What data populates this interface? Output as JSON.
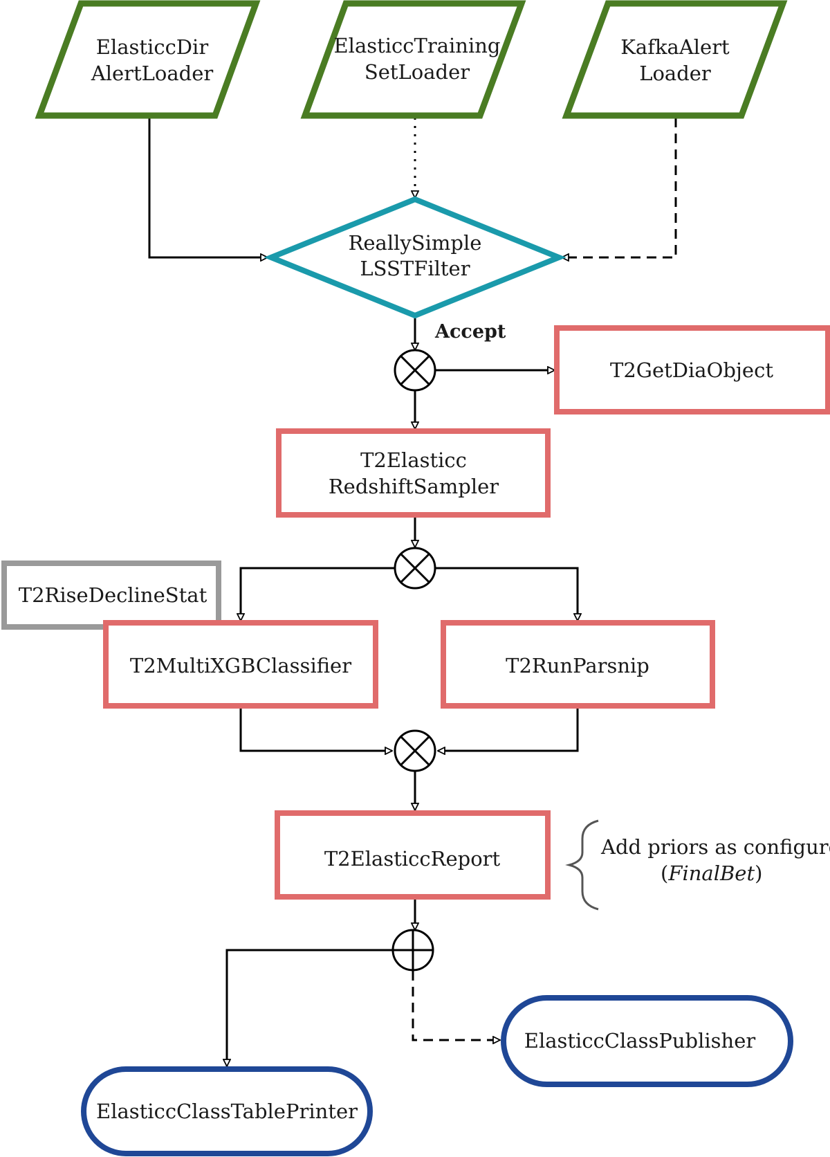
{
  "colors": {
    "input": "#4a7c23",
    "filter": "#1a9aab",
    "t2": "#e06b6b",
    "dependency": "#9a9a9a",
    "output": "#1f4796",
    "edge": "#000000",
    "brace": "#555555"
  },
  "nodes": {
    "elasticc_dir_alert_loader": {
      "line1": "ElasticcDir",
      "line2": "AlertLoader"
    },
    "elasticc_training_set_loader": {
      "line1": "ElasticcTraining",
      "line2": "SetLoader"
    },
    "kafka_alert_loader": {
      "line1": "KafkaAlert",
      "line2": "Loader"
    },
    "really_simple_lsst_filter": {
      "line1": "ReallySimple",
      "line2": "LSSTFilter"
    },
    "t2_get_dia_object": {
      "label": "T2GetDiaObject"
    },
    "t2_elasticc_redshift_sampler": {
      "line1": "T2Elasticc",
      "line2": "RedshiftSampler"
    },
    "t2_rise_decline_stat": {
      "label": "T2RiseDeclineStat"
    },
    "t2_multi_xgb_classifier": {
      "label": "T2MultiXGBClassifier"
    },
    "t2_run_parsnip": {
      "label": "T2RunParsnip"
    },
    "t2_elasticc_report": {
      "label": "T2ElasticcReport"
    },
    "elasticc_class_publisher": {
      "label": "ElasticcClassPublisher"
    },
    "elasticc_class_table_printer": {
      "label": "ElasticcClassTablePrinter"
    }
  },
  "edge_labels": {
    "accept": "Accept"
  },
  "annotation": {
    "line1": "Add priors as configured",
    "line2_open": "(",
    "line2_italic": "FinalBet",
    "line2_close": ")"
  },
  "junctions": [
    {
      "name": "after-filter",
      "symbol": "otimes"
    },
    {
      "name": "after-sampler",
      "symbol": "otimes"
    },
    {
      "name": "before-report",
      "symbol": "otimes"
    },
    {
      "name": "after-report",
      "symbol": "oplus"
    }
  ]
}
